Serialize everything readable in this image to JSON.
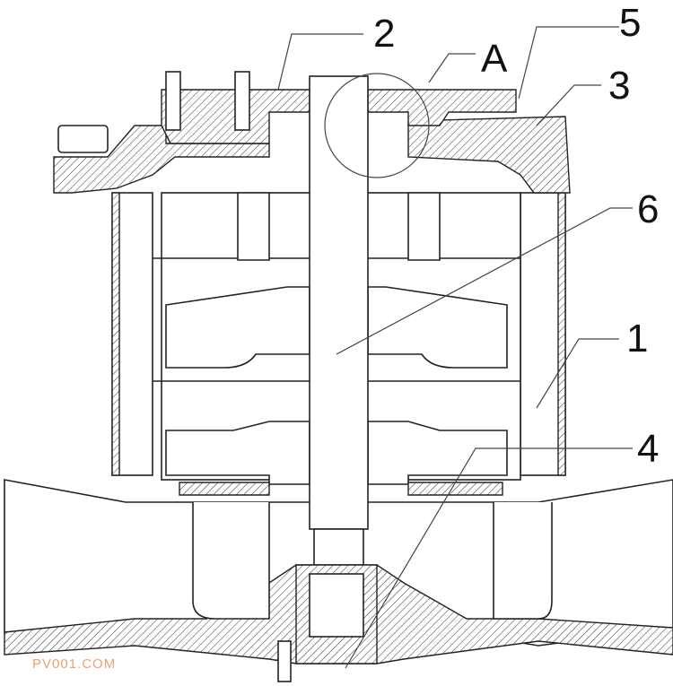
{
  "diagram": {
    "labels": {
      "cover": "2",
      "detail": "A",
      "ring": "5",
      "housing": "3",
      "shaft": "6",
      "stator_tube": "1",
      "bottom_bearing": "4"
    },
    "watermark": "PV001.COM",
    "colors": {
      "line": "#222222",
      "watermark": "#f0a070"
    }
  }
}
